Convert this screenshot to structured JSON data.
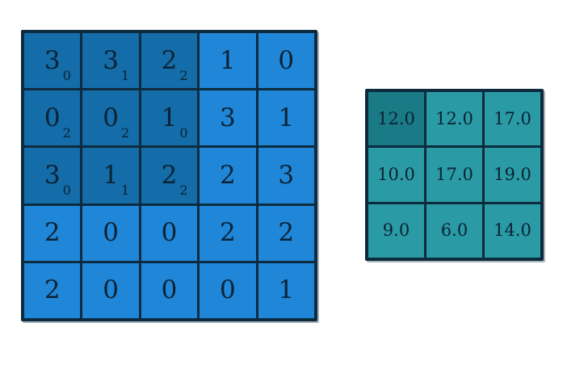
{
  "figure": {
    "type": "convolution-visualization",
    "background_color": "#ffffff"
  },
  "colors": {
    "input_cell": "#1f86d8",
    "input_cell_kernel": "#146ca8",
    "output_cell": "#2a9aa4",
    "output_cell_active": "#1a7a85",
    "grid_line": "#0d2b3e",
    "text": "#0b2234"
  },
  "input_grid": {
    "name": "input-feature-map",
    "rows": 5,
    "cols": 5,
    "values": [
      [
        3,
        3,
        2,
        1,
        0
      ],
      [
        0,
        0,
        1,
        3,
        1
      ],
      [
        3,
        1,
        2,
        2,
        3
      ],
      [
        2,
        0,
        0,
        2,
        2
      ],
      [
        2,
        0,
        0,
        0,
        1
      ]
    ],
    "kernel_subscripts": [
      [
        "0",
        "1",
        "2",
        "",
        ""
      ],
      [
        "2",
        "2",
        "0",
        "",
        ""
      ],
      [
        "0",
        "1",
        "2",
        "",
        ""
      ],
      [
        "",
        "",
        "",
        "",
        ""
      ],
      [
        "",
        "",
        "",
        "",
        ""
      ]
    ],
    "kernel_highlight": [
      [
        true,
        true,
        true,
        false,
        false
      ],
      [
        true,
        true,
        true,
        false,
        false
      ],
      [
        true,
        true,
        true,
        false,
        false
      ],
      [
        false,
        false,
        false,
        false,
        false
      ],
      [
        false,
        false,
        false,
        false,
        false
      ]
    ]
  },
  "output_grid": {
    "name": "output-feature-map",
    "rows": 3,
    "cols": 3,
    "values": [
      [
        "12.0",
        "12.0",
        "17.0"
      ],
      [
        "10.0",
        "17.0",
        "19.0"
      ],
      [
        "9.0",
        "6.0",
        "14.0"
      ]
    ],
    "active_highlight": [
      [
        true,
        false,
        false
      ],
      [
        false,
        false,
        false
      ],
      [
        false,
        false,
        false
      ]
    ]
  },
  "chart_data": {
    "type": "heatmap",
    "title": "",
    "xlabel": "",
    "ylabel": "",
    "panels": [
      {
        "name": "input",
        "rows": 5,
        "cols": 5,
        "values": [
          [
            3,
            3,
            2,
            1,
            0
          ],
          [
            0,
            0,
            1,
            3,
            1
          ],
          [
            3,
            1,
            2,
            2,
            3
          ],
          [
            2,
            0,
            0,
            2,
            2
          ],
          [
            2,
            0,
            0,
            0,
            1
          ]
        ],
        "annotations_subscript": [
          [
            "0",
            "1",
            "2",
            "",
            ""
          ],
          [
            "2",
            "2",
            "0",
            "",
            ""
          ],
          [
            "0",
            "1",
            "2",
            "",
            ""
          ],
          [
            "",
            "",
            "",
            "",
            ""
          ],
          [
            "",
            "",
            "",
            "",
            ""
          ]
        ]
      },
      {
        "name": "output",
        "rows": 3,
        "cols": 3,
        "values": [
          [
            12.0,
            12.0,
            17.0
          ],
          [
            10.0,
            17.0,
            19.0
          ],
          [
            9.0,
            6.0,
            14.0
          ]
        ]
      }
    ],
    "legend": [],
    "grid": true
  }
}
